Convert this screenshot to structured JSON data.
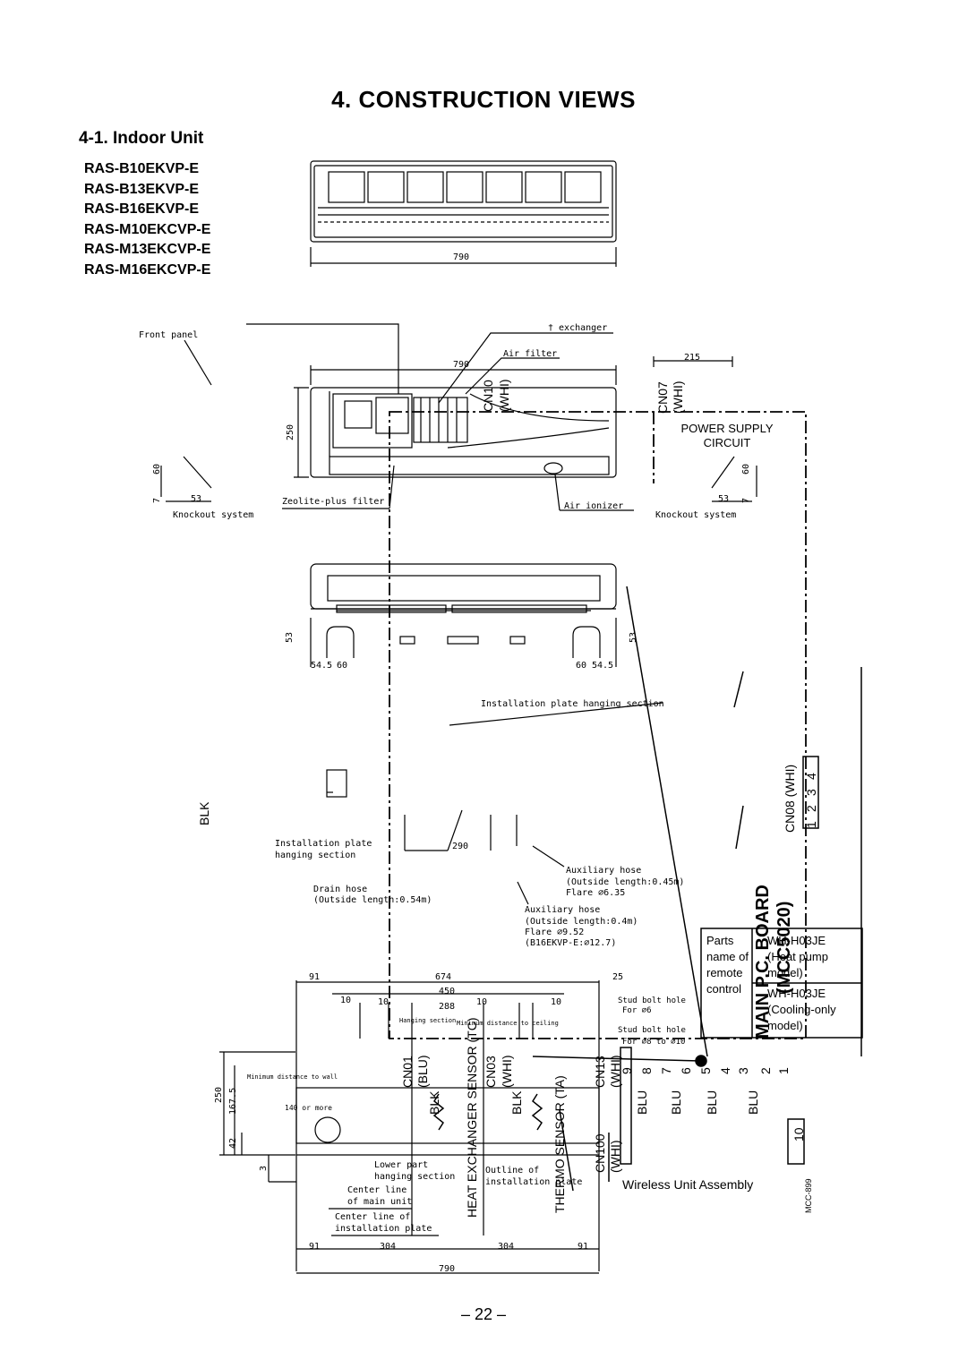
{
  "title": "4.   CONSTRUCTION VIEWS",
  "subtitle": "4-1.   Indoor Unit",
  "models": [
    "RAS-B10EKVP-E",
    "RAS-B13EKVP-E",
    "RAS-B16EKVP-E",
    "RAS-M10EKCVP-E",
    "RAS-M13EKCVP-E",
    "RAS-M16EKCVP-E"
  ],
  "page_number": "– 22 –",
  "top_view": {
    "width_dim": "790"
  },
  "front_view": {
    "front_panel": "Front panel",
    "heat_exchanger": "† exchanger",
    "air_filter": "Air filter",
    "width_dim": "790",
    "height_dim": "250",
    "zeolite_filter": "Zeolite-plus filter",
    "air_ionizer": "Air ionizer",
    "knockout_left": "Knockout system",
    "knockout_right": "Knockout system",
    "dim_60_left": "60",
    "dim_7_left": "7",
    "dim_53_left": "53",
    "dim_60_right": "60",
    "dim_7_right": "7",
    "dim_53_right": "53",
    "dim_215": "215"
  },
  "bottom_view": {
    "dim_53_left": "53",
    "dim_53_right": "53",
    "dim_545_left": "54.5",
    "dim_60_left": "60",
    "dim_60_right": "60",
    "dim_545_right": "54.5",
    "hanging_section": "Installation plate hanging section"
  },
  "wiring": {
    "cn07": "CN07",
    "whi_cn07": "(WHI)",
    "cn10": "CN10",
    "whi_cn10": "(WHI)",
    "power_supply_line1": "POWER SUPPLY",
    "power_supply_line2": "CIRCUIT",
    "blk_left": "BLK",
    "cn08": "CN08 (WHI)",
    "cn08_pins": [
      "1",
      "2",
      "3",
      "4"
    ],
    "main_board": "MAIN P.C. BOARD",
    "main_board_code": "(MCC5020)",
    "cn01": "CN01",
    "blu_cn01": "(BLU)",
    "cn03": "CN03",
    "whi_cn03": "(WHI)",
    "cn13": "CN13",
    "whi_cn13": "(WHI)",
    "cn100": "CN100",
    "whi_cn100": "(WHI)",
    "heat_exchanger_sensor": "HEAT EXCHANGER SENSOR (TC)",
    "thermo_sensor": "THERMO SENSOR (TA)",
    "parts_name_table": {
      "col1": [
        "Parts",
        "name of",
        "remote",
        "control"
      ],
      "row1": [
        "WH-H03JE",
        "(Heat pump",
        "model)"
      ],
      "row2": [
        "WH-H03JE",
        "(Cooling-only",
        "model)"
      ]
    },
    "wireless_unit": "Wireless Unit Assembly",
    "mcc_code": "MCC-899",
    "blk": "BLK",
    "blu": "BLU",
    "terminal_numbers": [
      "1",
      "2",
      "3",
      "4",
      "5",
      "6",
      "7",
      "8",
      "9",
      "10"
    ]
  },
  "installation_plate": {
    "plate_hanging": "Installation plate",
    "plate_hanging2": "hanging section",
    "dim_290": "290",
    "drain_hose": "Drain hose",
    "drain_length": "(Outside length:0.54m)",
    "aux_hose1": "Auxiliary hose",
    "aux_length1": "(Outside length:0.45m)",
    "aux_flare1": "Flare ∅6.35",
    "aux_hose2": "Auxiliary hose",
    "aux_length2": "(Outside length:0.4m)",
    "aux_flare2": "Flare ∅9.52",
    "aux_flare3": "(B16EKVP-E:∅12.7)",
    "dim_91_top": "91",
    "dim_674": "674",
    "dim_25": "25",
    "dim_450": "450",
    "dim_288": "288",
    "dim_10a": "10",
    "dim_10b": "10",
    "dim_10c": "10",
    "dim_10d": "10",
    "stud_bolt1": "Stud bolt hole",
    "stud_for1": "For ∅6",
    "stud_bolt2": "Stud bolt hole",
    "stud_for2": "For ∅8 to ∅10",
    "hanging_section": "Hanging section",
    "min_distance_ceiling": "Minimum distance to ceiling",
    "min_distance_wall": "Minimum distance to wall",
    "dim_140": "140 or more",
    "dim_250": "250",
    "dim_1675": "167.5",
    "dim_42": "42",
    "dim_3": "3",
    "lower_part": "Lower part",
    "lower_hanging": "hanging section",
    "outline_of": "Outline of",
    "installation_plate": "installation plate",
    "center_line": "Center line",
    "of_main_unit": "of main unit",
    "center_line2": "Center line of",
    "installation_plate2": "installation plate",
    "dim_91_bl": "91",
    "dim_304a": "304",
    "dim_304b": "304",
    "dim_91_br": "91",
    "dim_790": "790"
  }
}
